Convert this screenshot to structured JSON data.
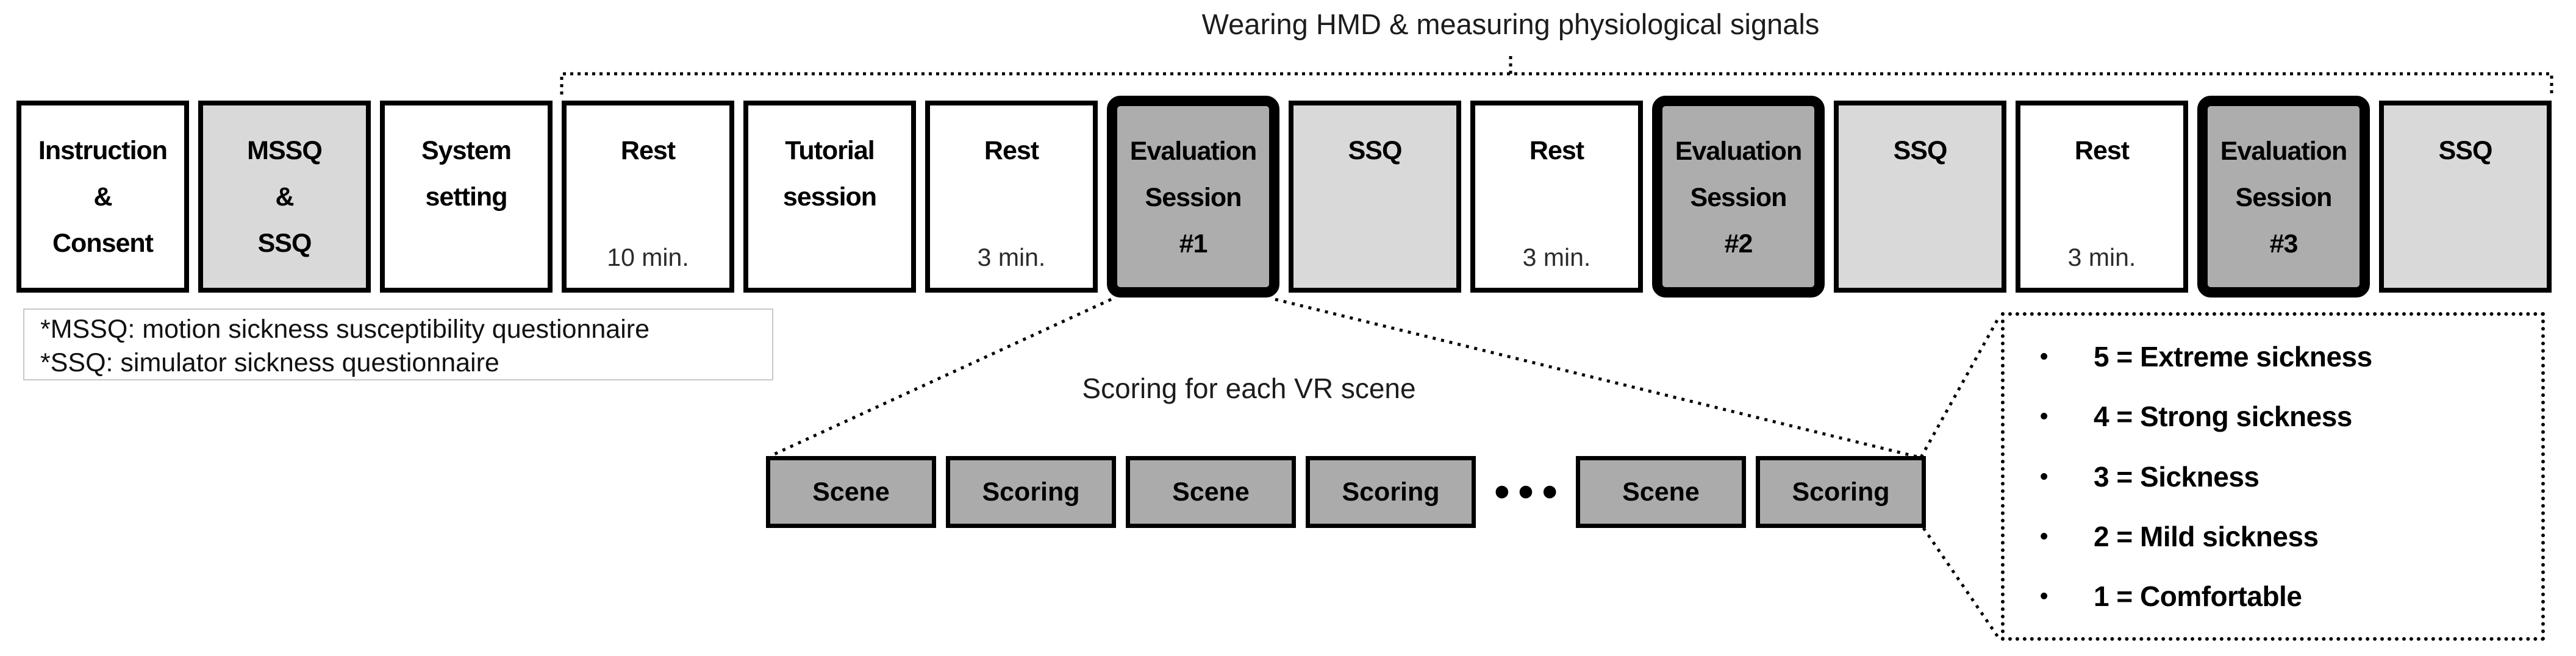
{
  "header": {
    "bracket_label": "Wearing HMD & measuring physiological signals"
  },
  "timeline": {
    "boxes": [
      {
        "lines": [
          "Instruction",
          "&",
          "Consent"
        ],
        "variant": "white"
      },
      {
        "lines": [
          "MSSQ",
          "&",
          "SSQ"
        ],
        "variant": "light-gray"
      },
      {
        "lines": [
          "System",
          "setting"
        ],
        "variant": "white"
      },
      {
        "lines": [
          "Rest"
        ],
        "duration": "10 min.",
        "variant": "white"
      },
      {
        "lines": [
          "Tutorial",
          "session"
        ],
        "variant": "white"
      },
      {
        "lines": [
          "Rest"
        ],
        "duration": "3 min.",
        "variant": "white"
      },
      {
        "lines": [
          "Evaluation",
          "Session",
          "#1"
        ],
        "variant": "eval"
      },
      {
        "lines": [
          "SSQ"
        ],
        "variant": "light-gray"
      },
      {
        "lines": [
          "Rest"
        ],
        "duration": "3 min.",
        "variant": "white"
      },
      {
        "lines": [
          "Evaluation",
          "Session",
          "#2"
        ],
        "variant": "eval"
      },
      {
        "lines": [
          "SSQ"
        ],
        "variant": "light-gray"
      },
      {
        "lines": [
          "Rest"
        ],
        "duration": "3 min.",
        "variant": "white"
      },
      {
        "lines": [
          "Evaluation",
          "Session",
          "#3"
        ],
        "variant": "eval"
      },
      {
        "lines": [
          "SSQ"
        ],
        "variant": "light-gray"
      }
    ]
  },
  "notes": {
    "line1": "*MSSQ: motion sickness susceptibility questionnaire",
    "line2": "*SSQ: simulator sickness questionnaire"
  },
  "breakdown": {
    "label": "Scoring for each VR scene",
    "sequence": [
      "Scene",
      "Scoring",
      "Scene",
      "Scoring",
      "•••",
      "Scene",
      "Scoring"
    ]
  },
  "legend": {
    "bullet": "•",
    "items": [
      "5 = Extreme sickness",
      "4 = Strong sickness",
      "3 = Sickness",
      "2 = Mild sickness",
      "1 = Comfortable"
    ]
  },
  "colors": {
    "box_border": "#000000",
    "white_box_bg": "#ffffff",
    "light_gray_box_bg": "#d9d9d9",
    "eval_box_bg": "#adadad",
    "scene_box_bg": "#ababab",
    "note_border": "#c8c8c8"
  }
}
